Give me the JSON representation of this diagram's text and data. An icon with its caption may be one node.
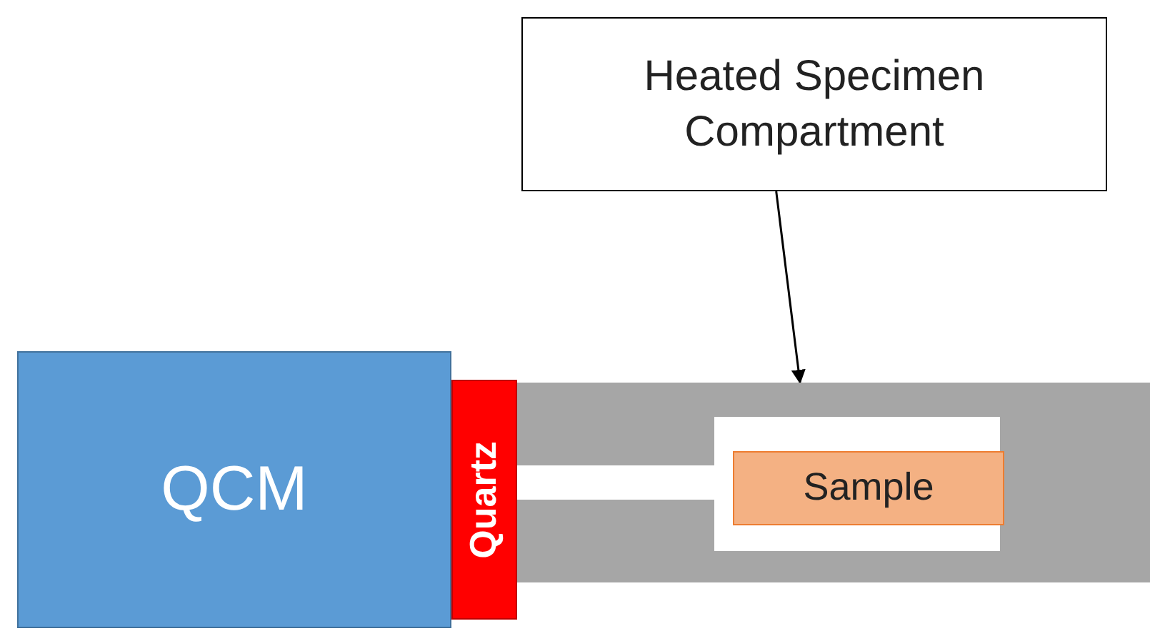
{
  "diagram": {
    "nodes": [
      {
        "text": [
          "Heated Specimen Compartment"
        ]
      },
      {
        "text": [
          "QCM"
        ]
      },
      {
        "text": [
          "Quartz"
        ]
      },
      {
        "text": [],
        "shape": "box"
      },
      {
        "text": [
          "Sample"
        ],
        "in": 3
      }
    ],
    "edges": [
      {
        "from": 0,
        "to": 3,
        "arrow": "to"
      }
    ]
  }
}
